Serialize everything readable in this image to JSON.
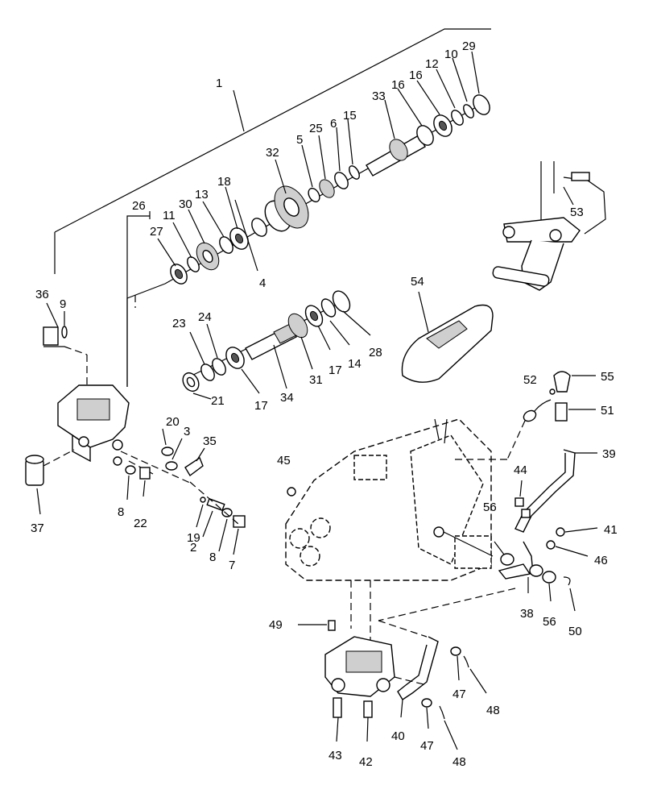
{
  "callouts": {
    "c1": "1",
    "c2": "2",
    "c3": "3",
    "c4": "4",
    "c5": "5",
    "c6": "6",
    "c7": "7",
    "c8a": "8",
    "c8b": "8",
    "c9": "9",
    "c10": "10",
    "c11": "11",
    "c12": "12",
    "c13": "13",
    "c14": "14",
    "c15": "15",
    "c16a": "16",
    "c16b": "16",
    "c17a": "17",
    "c17b": "17",
    "c18": "18",
    "c19": "19",
    "c20": "20",
    "c21": "21",
    "c22": "22",
    "c23": "23",
    "c24": "24",
    "c25": "25",
    "c26": "26",
    "c27": "27",
    "c28": "28",
    "c29": "29",
    "c30": "30",
    "c31": "31",
    "c32": "32",
    "c33": "33",
    "c34": "34",
    "c35": "35",
    "c36": "36",
    "c37": "37",
    "c38": "38",
    "c39": "39",
    "c40": "40",
    "c41": "41",
    "c42": "42",
    "c43": "43",
    "c44": "44",
    "c45": "45",
    "c46": "46",
    "c47a": "47",
    "c47b": "47",
    "c48a": "48",
    "c48b": "48",
    "c49": "49",
    "c50": "50",
    "c51": "51",
    "c52": "52",
    "c53": "53",
    "c54": "54",
    "c55": "55",
    "c56a": "56",
    "c56b": "56"
  }
}
